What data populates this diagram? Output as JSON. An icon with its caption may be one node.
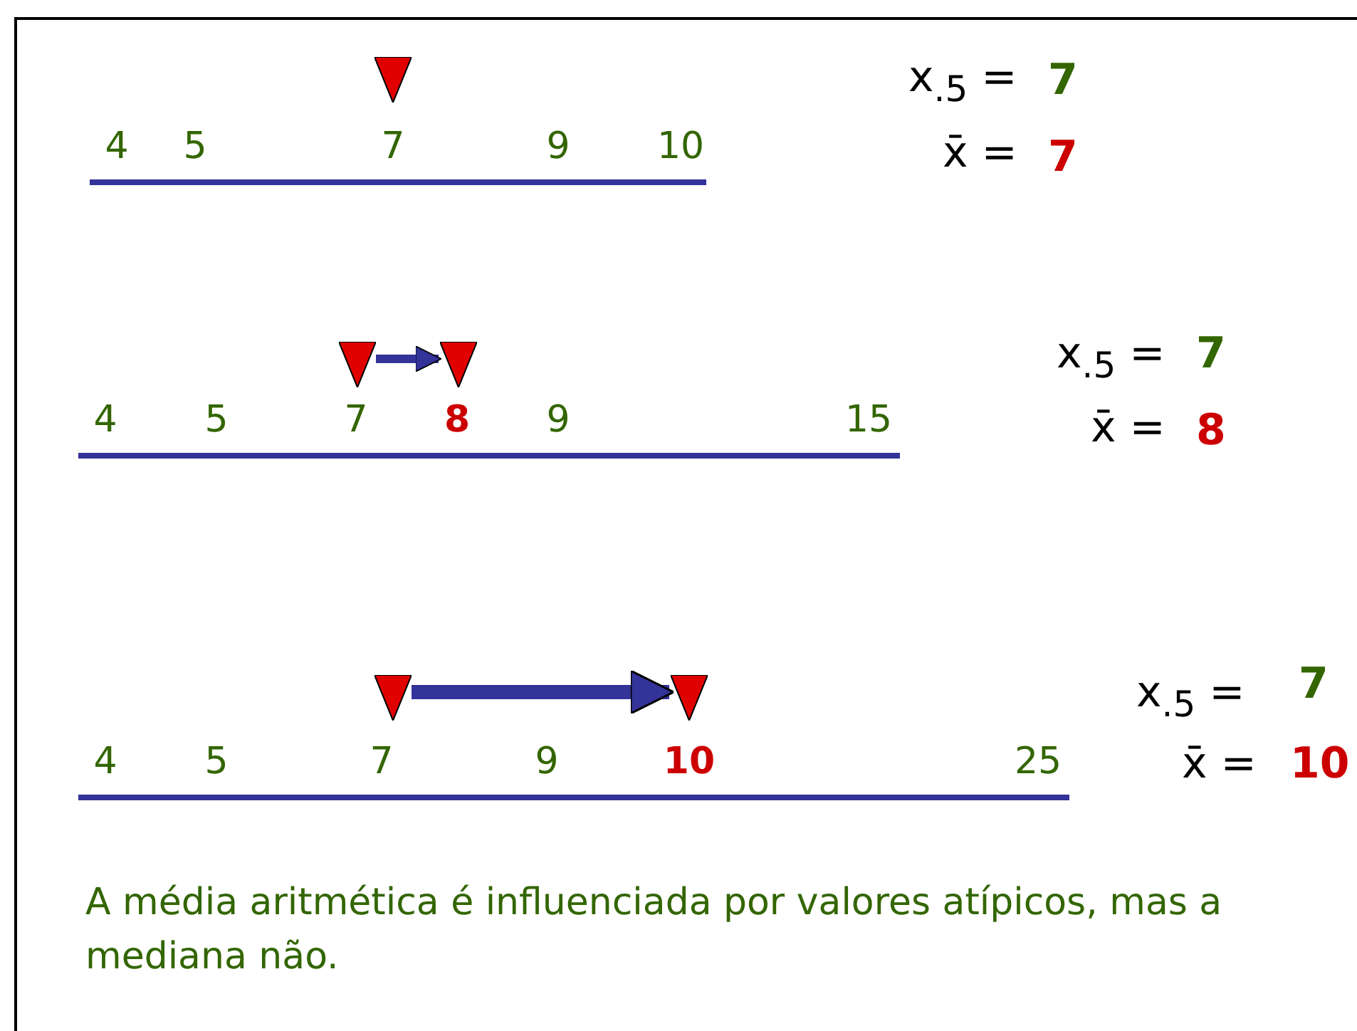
{
  "diagram": {
    "nodes": [
      {
        "text": [],
        "shape": "triangle"
      },
      {
        "text": [],
        "shape": "triangle"
      },
      {
        "text": [],
        "shape": "triangle"
      },
      {
        "text": [],
        "shape": "triangle"
      },
      {
        "text": [],
        "shape": "triangle"
      }
    ],
    "edges": [
      {
        "from": 1,
        "to": 2,
        "arrow": "to"
      },
      {
        "from": 3,
        "to": 4,
        "arrow": "to"
      }
    ],
    "labels": [
      "4",
      "5",
      "7",
      "9",
      "10",
      "x$_{.5}$ =",
      "7",
      "x̄ =",
      "7",
      "4",
      "5",
      "7",
      "8",
      "9",
      "15",
      "x$_{.5}$ =",
      "7",
      "x̄ =",
      "8",
      "4",
      "5",
      "7",
      "9",
      "10",
      "25",
      "x$_{.5}$ =",
      "7",
      "x̄ =",
      "10",
      "A média aritmética é influenciada por valores atípicos, mas a mediana não."
    ]
  }
}
